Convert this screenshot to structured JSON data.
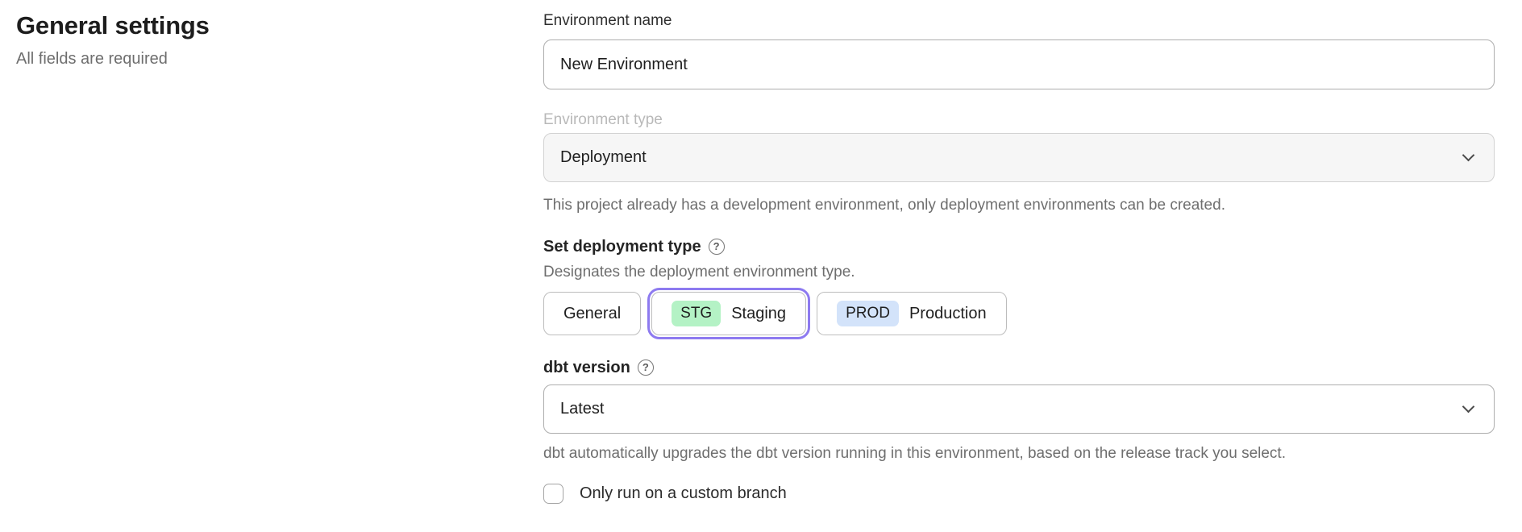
{
  "page": {
    "title": "General settings",
    "subtitle": "All fields are required"
  },
  "form": {
    "environment_name": {
      "label": "Environment name",
      "value": "New Environment"
    },
    "environment_type": {
      "label": "Environment type",
      "value": "Deployment",
      "helper": "This project already has a development environment, only deployment environments can be created."
    },
    "deployment_type": {
      "label": "Set deployment type",
      "helper": "Designates the deployment environment type.",
      "options": [
        {
          "label": "General",
          "badge": "",
          "selected": false
        },
        {
          "label": "Staging",
          "badge": "STG",
          "selected": true
        },
        {
          "label": "Production",
          "badge": "PROD",
          "selected": false
        }
      ]
    },
    "dbt_version": {
      "label": "dbt version",
      "value": "Latest",
      "helper": "dbt automatically upgrades the dbt version running in this environment, based on the release track you select."
    },
    "custom_branch": {
      "label": "Only run on a custom branch",
      "checked": false
    }
  },
  "icons": {
    "help_icon": "?"
  },
  "colors": {
    "accent_purple": "#8d7af0",
    "staging_badge_bg": "#b4f2c5",
    "production_badge_bg": "#d3e3fa",
    "muted_field_bg": "#f6f6f6",
    "helper_text": "#6e6e6e",
    "disabled_label": "#b9b9b9"
  }
}
